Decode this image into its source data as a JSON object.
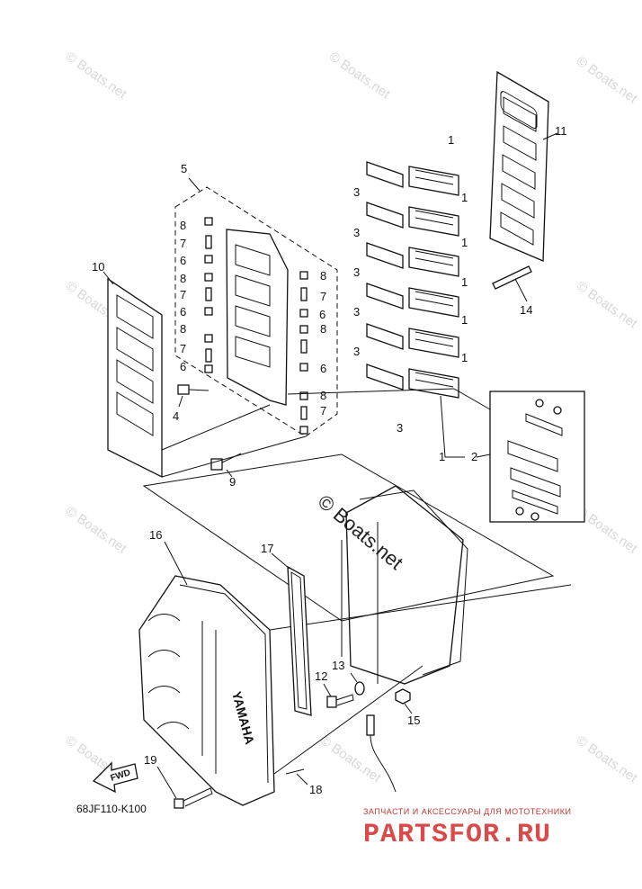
{
  "diagram": {
    "part_labels": [
      "1",
      "1",
      "1",
      "1",
      "1",
      "1",
      "1",
      "2",
      "3",
      "3",
      "3",
      "3",
      "3",
      "3",
      "4",
      "5",
      "6",
      "6",
      "6",
      "6",
      "6",
      "7",
      "7",
      "7",
      "7",
      "7",
      "8",
      "8",
      "8",
      "8",
      "8",
      "8",
      "9",
      "10",
      "11",
      "12",
      "13",
      "14",
      "15",
      "16",
      "17",
      "18",
      "19"
    ],
    "drawing_code": "68JF110-K100",
    "fwd_arrow": "FWD",
    "cover_brand": "YAMAHA"
  },
  "watermarks": {
    "small": "© Boats.net",
    "center": "© Boats.net"
  },
  "footer": {
    "tagline": "ЗАПЧАСТИ И АКСЕССУАРЫ ДЛЯ МОТОТЕХНИКИ",
    "logo": "PARTSFOR.RU"
  }
}
